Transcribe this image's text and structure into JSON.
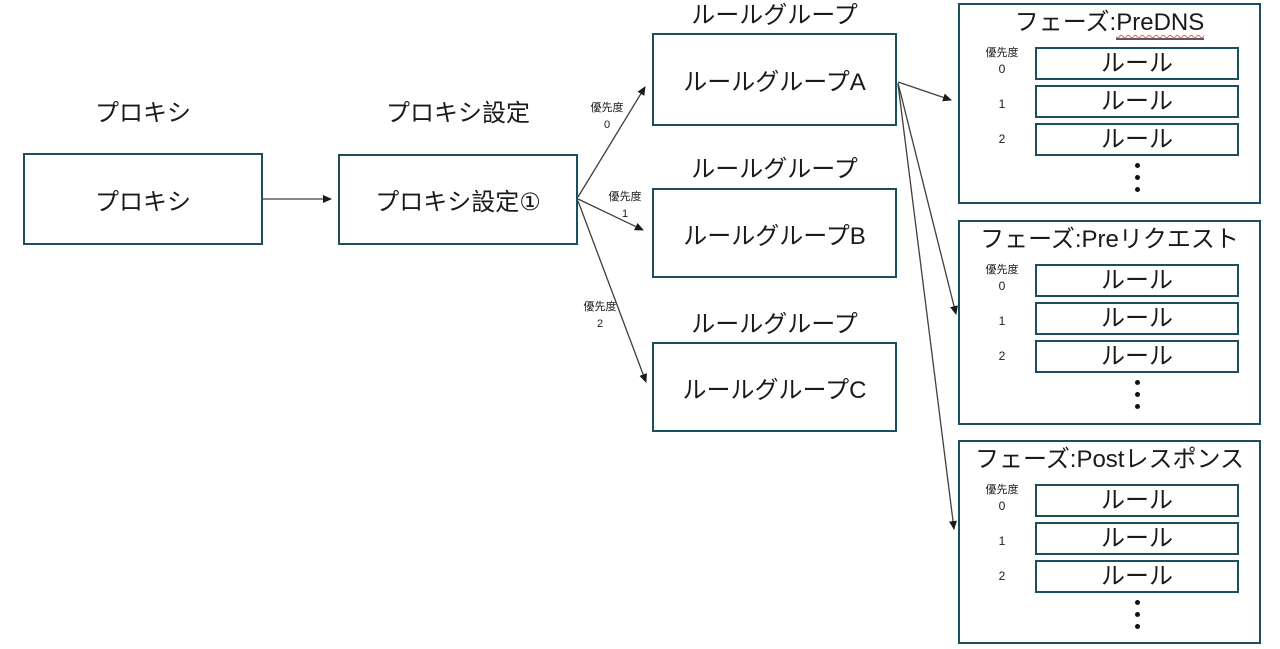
{
  "diagram": {
    "proxy": {
      "caption": "プロキシ",
      "box_label": "プロキシ"
    },
    "proxy_settings": {
      "caption": "プロキシ設定",
      "box_label": "プロキシ設定①"
    },
    "rule_groups": [
      {
        "caption": "ルールグループ",
        "box_label": "ルールグループA"
      },
      {
        "caption": "ルールグループ",
        "box_label": "ルールグループB"
      },
      {
        "caption": "ルールグループ",
        "box_label": "ルールグループC"
      }
    ],
    "fan_labels": [
      {
        "title": "優先度",
        "value": "0"
      },
      {
        "title": "優先度",
        "value": "1"
      },
      {
        "title": "優先度",
        "value": "2"
      }
    ],
    "phases": [
      {
        "title_prefix": "フェーズ:",
        "name": "PreDNS",
        "priority_header": "優先度",
        "rows": [
          {
            "priority": "0",
            "rule": "ルール"
          },
          {
            "priority": "1",
            "rule": "ルール"
          },
          {
            "priority": "2",
            "rule": "ルール"
          }
        ]
      },
      {
        "title_prefix": "フェーズ:",
        "name": "Preリクエスト",
        "priority_header": "優先度",
        "rows": [
          {
            "priority": "0",
            "rule": "ルール"
          },
          {
            "priority": "1",
            "rule": "ルール"
          },
          {
            "priority": "2",
            "rule": "ルール"
          }
        ]
      },
      {
        "title_prefix": "フェーズ:",
        "name": "Postレスポンス",
        "priority_header": "優先度",
        "rows": [
          {
            "priority": "0",
            "rule": "ルール"
          },
          {
            "priority": "1",
            "rule": "ルール"
          },
          {
            "priority": "2",
            "rule": "ルール"
          }
        ]
      }
    ],
    "colors": {
      "box_border": "#1c4e5f",
      "arrow_line": "#3f3f3f",
      "arrow_head": "#1a1a1a",
      "text": "#1a1a1a",
      "underline_solid": "#595959",
      "underline_wavy": "#ff5050"
    }
  }
}
